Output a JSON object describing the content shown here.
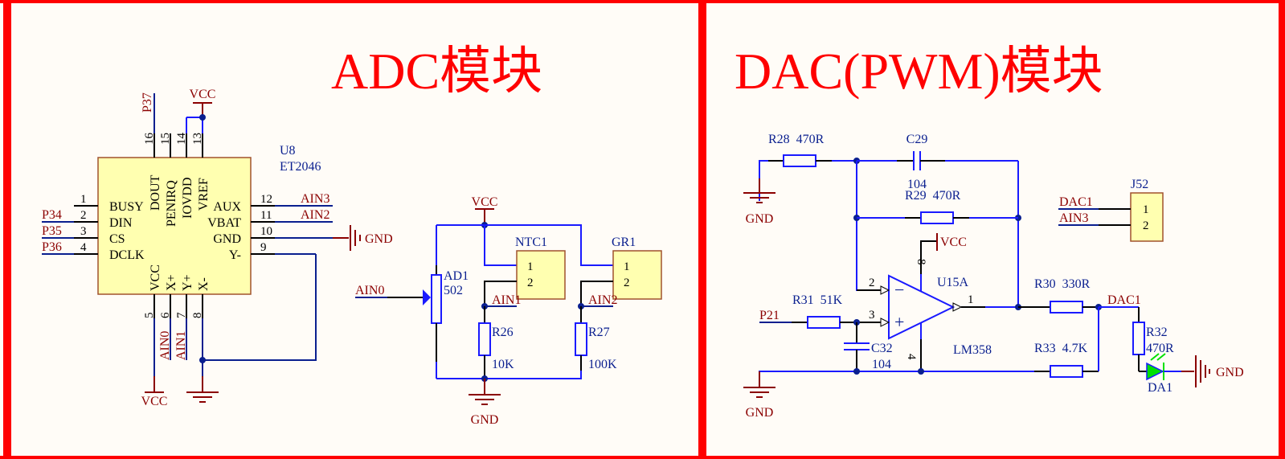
{
  "titles": {
    "adc": "ADC模块",
    "dac": "DAC(PWM)模块"
  },
  "colors": {
    "border": "#ff0000",
    "wire": "#1a1aff",
    "net_label": "#8b0000",
    "component_label": "#0a1f8f",
    "ic_fill": "#ffffb0",
    "led": "#00e000",
    "background": "#fffcf7"
  },
  "adc": {
    "u8": {
      "ref": "U8",
      "part": "ET2046",
      "left_pins": [
        {
          "num": "1",
          "name": "BUSY",
          "net": ""
        },
        {
          "num": "2",
          "name": "DIN",
          "net": "P34"
        },
        {
          "num": "3",
          "name": "CS",
          "net": "P35"
        },
        {
          "num": "4",
          "name": "DCLK",
          "net": "P36"
        }
      ],
      "right_pins": [
        {
          "num": "12",
          "name": "AUX",
          "net": "AIN3"
        },
        {
          "num": "11",
          "name": "VBAT",
          "net": "AIN2"
        },
        {
          "num": "10",
          "name": "GND",
          "net": "GND"
        },
        {
          "num": "9",
          "name": "Y-",
          "net": ""
        }
      ],
      "top_pins": [
        {
          "num": "16",
          "name": "DOUT",
          "net": "P37"
        },
        {
          "num": "15",
          "name": "PENIRQ",
          "net": ""
        },
        {
          "num": "14",
          "name": "IOVDD",
          "net": "VCC"
        },
        {
          "num": "13",
          "name": "VREF",
          "net": "VCC"
        }
      ],
      "bottom_pins": [
        {
          "num": "5",
          "name": "VCC",
          "net": "VCC"
        },
        {
          "num": "6",
          "name": "X+",
          "net": "AIN0"
        },
        {
          "num": "7",
          "name": "Y+",
          "net": "AIN1"
        },
        {
          "num": "8",
          "name": "X-",
          "net": "GND"
        }
      ]
    },
    "sensors": {
      "vcc": "VCC",
      "gnd": "GND",
      "ain0": "AIN0",
      "ain1": "AIN1",
      "ain2": "AIN2",
      "ad1": {
        "ref": "AD1",
        "value": "502"
      },
      "ntc1": {
        "ref": "NTC1",
        "pins": [
          "1",
          "2"
        ]
      },
      "gr1": {
        "ref": "GR1",
        "pins": [
          "1",
          "2"
        ]
      },
      "r26": {
        "ref": "R26",
        "value": "10K"
      },
      "r27": {
        "ref": "R27",
        "value": "100K"
      }
    },
    "vcc_label": "VCC",
    "gnd_label": "GND"
  },
  "dac": {
    "r28": {
      "ref": "R28",
      "value": "470R"
    },
    "c29": {
      "ref": "C29",
      "value": "104"
    },
    "r29": {
      "ref": "R29",
      "value": "470R"
    },
    "r31": {
      "ref": "R31",
      "value": "51K"
    },
    "c32": {
      "ref": "C32",
      "value": "104"
    },
    "r30": {
      "ref": "R30",
      "value": "330R"
    },
    "r33": {
      "ref": "R33",
      "value": "4.7K"
    },
    "r32": {
      "ref": "R32",
      "value": "470R"
    },
    "u15a": {
      "ref": "U15A",
      "part": "LM358",
      "pin_plus": "3",
      "pin_minus": "2",
      "pin_out": "1",
      "pin_vcc": "8",
      "pin_gnd": "4",
      "minus_sign": "−",
      "plus_sign": "+"
    },
    "da1": {
      "ref": "DA1"
    },
    "j52": {
      "ref": "J52",
      "pins": [
        "1",
        "2"
      ],
      "nets": [
        "DAC1",
        "AIN3"
      ]
    },
    "nets": {
      "p21": "P21",
      "dac1": "DAC1",
      "vcc": "VCC",
      "gnd": "GND"
    }
  }
}
